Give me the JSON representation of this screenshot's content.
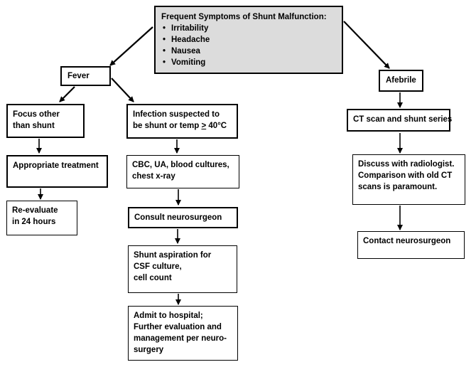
{
  "top": {
    "title": "Frequent Symptoms of Shunt Malfunction:",
    "symptoms": [
      "Irritability",
      "Headache",
      "Nausea",
      "Vomiting"
    ]
  },
  "fever": "Fever",
  "afebrile": "Afebrile",
  "focus": [
    "Focus other",
    "than shunt"
  ],
  "infection": {
    "line1": "Infection suspected to",
    "line2_prefix": "be shunt or temp ",
    "line2_symbol": ">",
    "line2_suffix": " 40°C"
  },
  "appropriate": "Appropriate treatment",
  "reevaluate": [
    "Re-evaluate",
    "in 24 hours"
  ],
  "cbc": [
    "CBC, UA, blood cultures,",
    "chest x-ray"
  ],
  "consult": "Consult neurosurgeon",
  "aspiration": [
    "Shunt aspiration for",
    "CSF culture,",
    "cell count"
  ],
  "admit": [
    "Admit to hospital;",
    "Further evaluation and",
    "management per neuro-",
    "surgery"
  ],
  "ct": "CT scan and shunt series",
  "discuss": [
    "Discuss with radiologist.",
    "Comparison with old CT",
    "scans is paramount."
  ],
  "contact": "Contact neurosurgeon"
}
